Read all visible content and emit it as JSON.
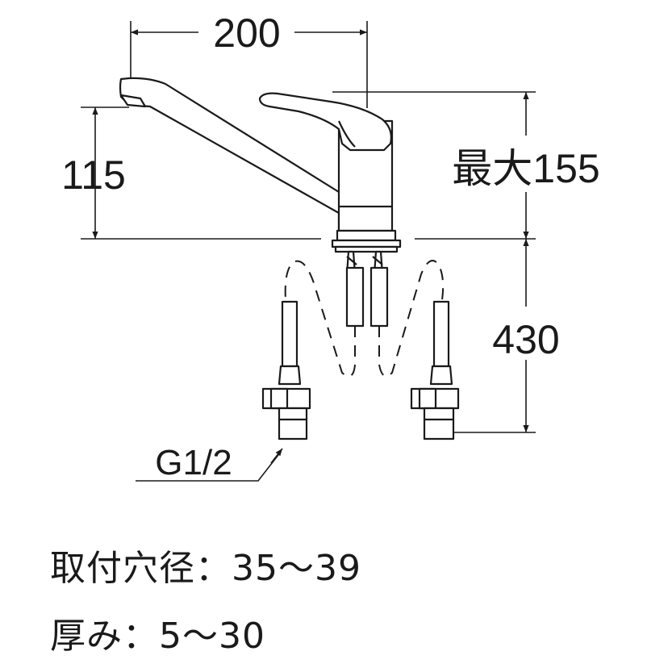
{
  "dimensions": {
    "width": "200",
    "height_spout": "115",
    "height_max": "最大155",
    "hose_length": "430",
    "thread": "G1/2"
  },
  "specs": {
    "mounting_hole": "取付穴径：35～39",
    "thickness": "厚み：5～30"
  }
}
